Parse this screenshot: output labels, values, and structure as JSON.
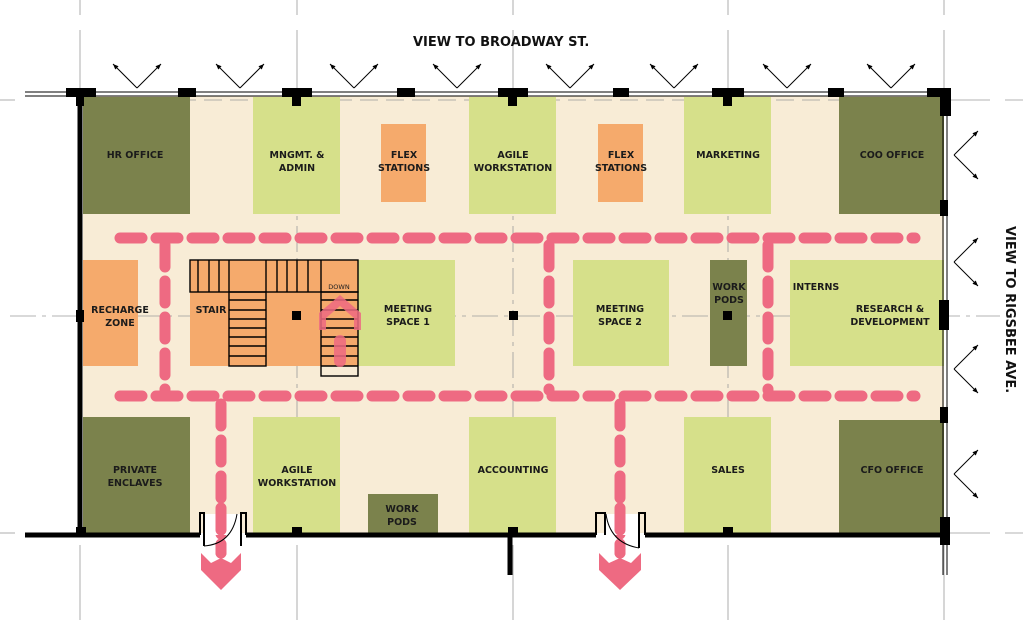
{
  "title_top": "VIEW TO BROADWAY ST.",
  "title_right": "VIEW TO RIGSBEE AVE.",
  "colors": {
    "floor": "#f8ecd6",
    "office_dark": "#7b824c",
    "workspace_light": "#d6e08a",
    "flex_orange": "#f5aa6c",
    "circulation_path": "#ee6a82",
    "wall": "#000000"
  },
  "rooms": {
    "hr_office": {
      "label": [
        "HR OFFICE"
      ],
      "type": "office_dark"
    },
    "mngmt_admin": {
      "label": [
        "MNGMT. &",
        "ADMIN"
      ],
      "type": "workspace_light"
    },
    "flex_stations_1": {
      "label": [
        "FLEX",
        "STATIONS"
      ],
      "type": "flex_orange"
    },
    "agile_workstation_top": {
      "label": [
        "AGILE",
        "WORKSTATION"
      ],
      "type": "workspace_light"
    },
    "flex_stations_2": {
      "label": [
        "FLEX",
        "STATIONS"
      ],
      "type": "flex_orange"
    },
    "marketing": {
      "label": [
        "MARKETING"
      ],
      "type": "workspace_light"
    },
    "coo_office": {
      "label": [
        "COO OFFICE"
      ],
      "type": "office_dark"
    },
    "recharge_zone": {
      "label": [
        "RECHARGE",
        "ZONE"
      ],
      "type": "flex_orange"
    },
    "stair": {
      "label": [
        "STAIR"
      ],
      "type": "flex_orange",
      "direction": "DOWN"
    },
    "meeting_space_1": {
      "label": [
        "MEETING",
        "SPACE 1"
      ],
      "type": "workspace_light"
    },
    "meeting_space_2": {
      "label": [
        "MEETING",
        "SPACE 2"
      ],
      "type": "workspace_light"
    },
    "work_pods_center": {
      "label": [
        "WORK",
        "PODS"
      ],
      "type": "office_dark"
    },
    "interns": {
      "label": [
        "INTERNS"
      ],
      "type": "workspace_light"
    },
    "research_development": {
      "label": [
        "RESEARCH &",
        "DEVELOPMENT"
      ],
      "type": "workspace_light"
    },
    "private_enclaves": {
      "label": [
        "PRIVATE",
        "ENCLAVES"
      ],
      "type": "office_dark"
    },
    "agile_workstation_bottom": {
      "label": [
        "AGILE",
        "WORKSTATION"
      ],
      "type": "workspace_light"
    },
    "work_pods_bottom": {
      "label": [
        "WORK",
        "PODS"
      ],
      "type": "office_dark"
    },
    "accounting": {
      "label": [
        "ACCOUNTING"
      ],
      "type": "workspace_light"
    },
    "sales": {
      "label": [
        "SALES"
      ],
      "type": "workspace_light"
    },
    "cfo_office": {
      "label": [
        "CFO OFFICE"
      ],
      "type": "office_dark"
    }
  },
  "exits": [
    "exit-left",
    "exit-right"
  ]
}
